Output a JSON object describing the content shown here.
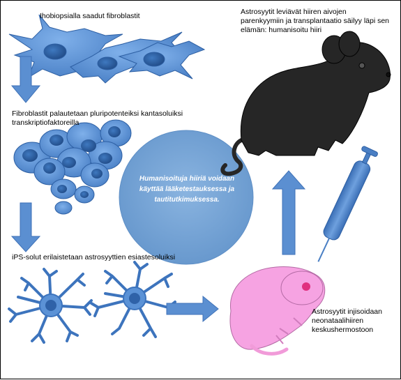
{
  "labels": {
    "fibroblasts": "Ihobiopsialla saadut fibroblastit",
    "reprogram_line1": "Fibroblastit palautetaan pluripotenteiksi kantasoluiksi",
    "reprogram_line2": "transkriptiofaktoreilla",
    "ips_a": "iPS-solut erilaistetaan",
    "ips_b": "astrosyyttien esiasteso",
    "ips_c": "luiksi",
    "mouse_line1": "Astrosyytit leviävät hiiren aivojen",
    "mouse_line2": "parenkyymiin ja transplantaatio säilyy läpi sen",
    "mouse_line3": "elämän: humanisoitu hiiri",
    "inject_line1": "Astrosyytit injisoidaan",
    "inject_line2": "neonataalihiiren",
    "inject_line3": "keskushermostoon",
    "center": "Humanisoituja hiiriä voidaan käyttää lääketestauksessa ja tautitutkimuksessa."
  },
  "colors": {
    "arrow": "#5b8fd1",
    "cell": "#5b92d6",
    "nucleus": "#2f62a8",
    "center_circle": "#74a3d6",
    "adult_mouse": "#262626",
    "pup": "#f6a3e2",
    "syringe": "#4a7fc4"
  }
}
